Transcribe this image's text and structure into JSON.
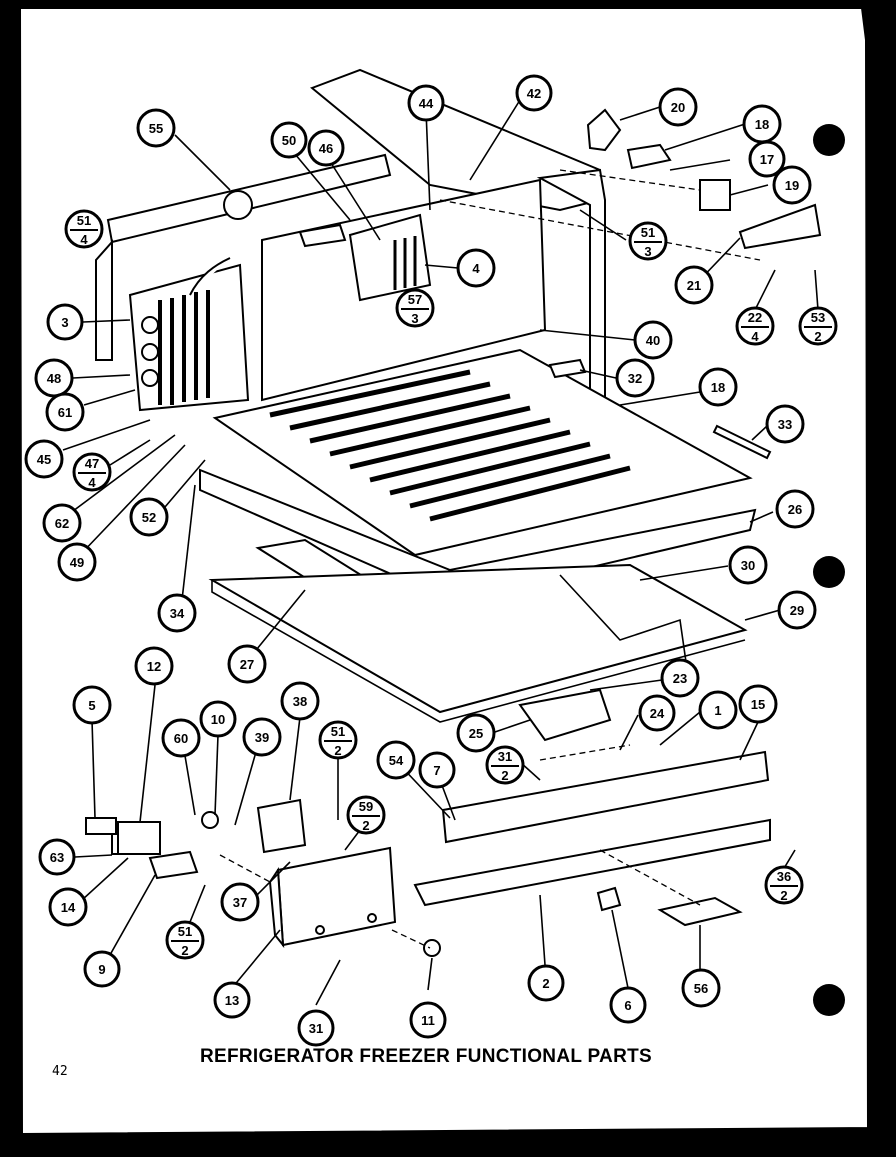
{
  "title": "REFRIGERATOR FREEZER FUNCTIONAL PARTS",
  "page_number": "42",
  "callouts": [
    {
      "id": "c55",
      "top": "55"
    },
    {
      "id": "c50",
      "top": "50"
    },
    {
      "id": "c46",
      "top": "46"
    },
    {
      "id": "c44",
      "top": "44"
    },
    {
      "id": "c42",
      "top": "42"
    },
    {
      "id": "c20",
      "top": "20"
    },
    {
      "id": "c18a",
      "top": "18"
    },
    {
      "id": "c17",
      "top": "17"
    },
    {
      "id": "c19",
      "top": "19"
    },
    {
      "id": "c51a",
      "top": "51",
      "bottom": "4"
    },
    {
      "id": "c51b",
      "top": "51",
      "bottom": "3"
    },
    {
      "id": "c4",
      "top": "4"
    },
    {
      "id": "c57",
      "top": "57",
      "bottom": "3"
    },
    {
      "id": "c21",
      "top": "21"
    },
    {
      "id": "c22",
      "top": "22",
      "bottom": "4"
    },
    {
      "id": "c53",
      "top": "53",
      "bottom": "2"
    },
    {
      "id": "c3",
      "top": "3"
    },
    {
      "id": "c40",
      "top": "40"
    },
    {
      "id": "c48",
      "top": "48"
    },
    {
      "id": "c32",
      "top": "32"
    },
    {
      "id": "c61",
      "top": "61"
    },
    {
      "id": "c18b",
      "top": "18"
    },
    {
      "id": "c33",
      "top": "33"
    },
    {
      "id": "c45",
      "top": "45"
    },
    {
      "id": "c47",
      "top": "47",
      "bottom": "4"
    },
    {
      "id": "c62",
      "top": "62"
    },
    {
      "id": "c52",
      "top": "52"
    },
    {
      "id": "c26",
      "top": "26"
    },
    {
      "id": "c49",
      "top": "49"
    },
    {
      "id": "c30",
      "top": "30"
    },
    {
      "id": "c34",
      "top": "34"
    },
    {
      "id": "c29",
      "top": "29"
    },
    {
      "id": "c27",
      "top": "27"
    },
    {
      "id": "c12",
      "top": "12"
    },
    {
      "id": "c5",
      "top": "5"
    },
    {
      "id": "c10",
      "top": "10"
    },
    {
      "id": "c38",
      "top": "38"
    },
    {
      "id": "c51c",
      "top": "51",
      "bottom": "2"
    },
    {
      "id": "c23",
      "top": "23"
    },
    {
      "id": "c60",
      "top": "60"
    },
    {
      "id": "c39",
      "top": "39"
    },
    {
      "id": "c25",
      "top": "25"
    },
    {
      "id": "c24",
      "top": "24"
    },
    {
      "id": "c1",
      "top": "1"
    },
    {
      "id": "c15",
      "top": "15"
    },
    {
      "id": "c54",
      "top": "54"
    },
    {
      "id": "c7",
      "top": "7"
    },
    {
      "id": "c31a",
      "top": "31",
      "bottom": "2"
    },
    {
      "id": "c59",
      "top": "59",
      "bottom": "2"
    },
    {
      "id": "c63",
      "top": "63"
    },
    {
      "id": "c36",
      "top": "36",
      "bottom": "2"
    },
    {
      "id": "c14",
      "top": "14"
    },
    {
      "id": "c37",
      "top": "37"
    },
    {
      "id": "c51d",
      "top": "51",
      "bottom": "2"
    },
    {
      "id": "c9",
      "top": "9"
    },
    {
      "id": "c2",
      "top": "2"
    },
    {
      "id": "c6",
      "top": "6"
    },
    {
      "id": "c56",
      "top": "56"
    },
    {
      "id": "c13",
      "top": "13"
    },
    {
      "id": "c11",
      "top": "11"
    },
    {
      "id": "c31b",
      "top": "31"
    }
  ]
}
